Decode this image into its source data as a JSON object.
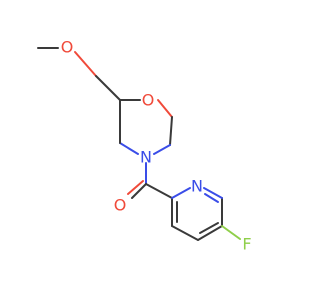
{
  "molecule": {
    "atoms": {
      "methoxy_o": "O",
      "ring_o": "O",
      "morpholine_n": "N",
      "carbonyl_o": "O",
      "pyridine_n": "N",
      "fluorine": "F"
    },
    "colors": {
      "bond": "#3a3a3a",
      "oxygen": "#f04a3a",
      "nitrogen": "#3a4de8",
      "fluorine": "#8fcf4a"
    }
  }
}
